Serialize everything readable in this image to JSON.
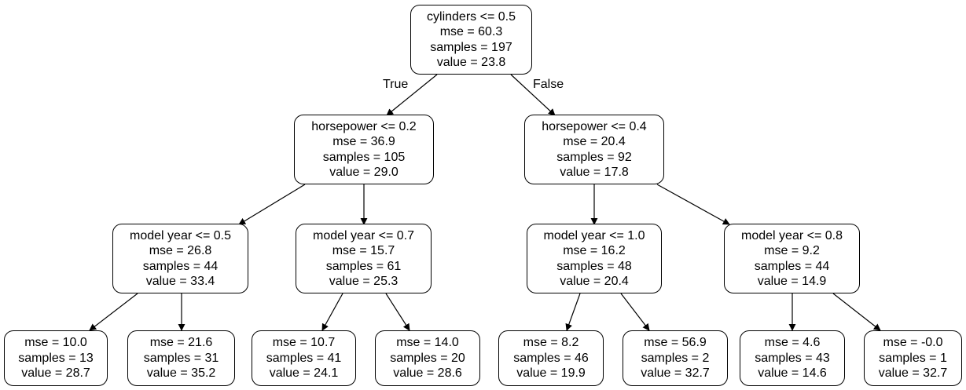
{
  "tree": {
    "edge_labels": {
      "true_label": "True",
      "false_label": "False"
    },
    "nodes": {
      "n0": {
        "split": "cylinders <= 0.5",
        "mse": "mse = 60.3",
        "samples": "samples = 197",
        "value": "value = 23.8"
      },
      "n1": {
        "split": "horsepower <= 0.2",
        "mse": "mse = 36.9",
        "samples": "samples = 105",
        "value": "value = 29.0"
      },
      "n2": {
        "split": "horsepower <= 0.4",
        "mse": "mse = 20.4",
        "samples": "samples = 92",
        "value": "value = 17.8"
      },
      "n3": {
        "split": "model year <= 0.5",
        "mse": "mse = 26.8",
        "samples": "samples = 44",
        "value": "value = 33.4"
      },
      "n4": {
        "split": "model year <= 0.7",
        "mse": "mse = 15.7",
        "samples": "samples = 61",
        "value": "value = 25.3"
      },
      "n5": {
        "split": "model year <= 1.0",
        "mse": "mse = 16.2",
        "samples": "samples = 48",
        "value": "value = 20.4"
      },
      "n6": {
        "split": "model year <= 0.8",
        "mse": "mse = 9.2",
        "samples": "samples = 44",
        "value": "value = 14.9"
      },
      "n7": {
        "mse": "mse = 10.0",
        "samples": "samples = 13",
        "value": "value = 28.7"
      },
      "n8": {
        "mse": "mse = 21.6",
        "samples": "samples = 31",
        "value": "value = 35.2"
      },
      "n9": {
        "mse": "mse = 10.7",
        "samples": "samples = 41",
        "value": "value = 24.1"
      },
      "n10": {
        "mse": "mse = 14.0",
        "samples": "samples = 20",
        "value": "value = 28.6"
      },
      "n11": {
        "mse": "mse = 8.2",
        "samples": "samples = 46",
        "value": "value = 19.9"
      },
      "n12": {
        "mse": "mse = 56.9",
        "samples": "samples = 2",
        "value": "value = 32.7"
      },
      "n13": {
        "mse": "mse = 4.6",
        "samples": "samples = 43",
        "value": "value = 14.6"
      },
      "n14": {
        "mse": "mse = -0.0",
        "samples": "samples = 1",
        "value": "value = 32.7"
      }
    }
  }
}
